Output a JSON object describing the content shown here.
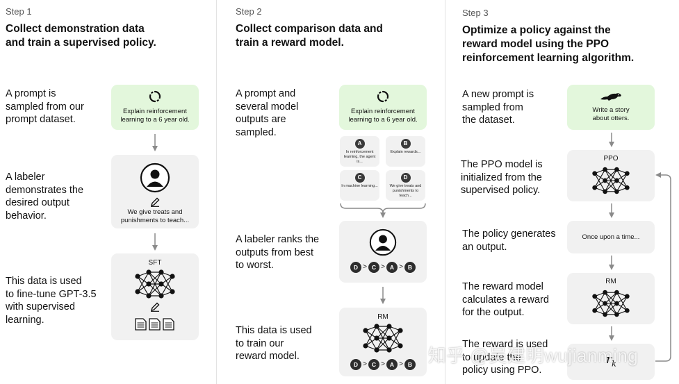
{
  "steps": [
    {
      "label": "Step 1",
      "title_line1": "Collect demonstration data",
      "title_line2": "and train a supervised policy.",
      "desc1": [
        "A prompt is",
        "sampled from our",
        "prompt dataset."
      ],
      "desc2": [
        "A labeler",
        "demonstrates the",
        "desired output",
        "behavior."
      ],
      "desc3": [
        "This data is used",
        "to fine-tune GPT-3.5",
        "with supervised",
        "learning."
      ],
      "prompt_text": [
        "Explain reinforcement",
        "learning to a 6 year old."
      ],
      "demo_text": [
        "We give treats and",
        "punishments to teach..."
      ],
      "model_label": "SFT"
    },
    {
      "label": "Step 2",
      "title_line1": "Collect comparison data and",
      "title_line2": "train a reward model.",
      "desc1": [
        "A prompt and",
        "several model",
        "outputs are",
        "sampled."
      ],
      "desc2": [
        "A labeler ranks the",
        "outputs from best",
        "to worst."
      ],
      "desc3": [
        "This data is used",
        "to train our",
        "reward model."
      ],
      "prompt_text": [
        "Explain reinforcement",
        "learning to a 6 year old."
      ],
      "outputs": [
        {
          "badge": "A",
          "text": "In reinforcement learning, the agent is..."
        },
        {
          "badge": "B",
          "text": "Explain rewards..."
        },
        {
          "badge": "C",
          "text": "In machine learning..."
        },
        {
          "badge": "D",
          "text": "We give treats and punishments to teach..."
        }
      ],
      "ranking": [
        "D",
        "C",
        "A",
        "B"
      ],
      "gt": ">",
      "model_label": "RM"
    },
    {
      "label": "Step 3",
      "title_line1": "Optimize a policy against the",
      "title_line2": "reward model using the PPO",
      "title_line3": "reinforcement learning algorithm.",
      "desc1": [
        "A new prompt is",
        "sampled from",
        "the dataset."
      ],
      "desc2": [
        "The PPO model is",
        "initialized from the",
        "supervised policy."
      ],
      "desc3": [
        "The policy generates",
        "an output."
      ],
      "desc4": [
        "The reward model",
        "calculates a reward",
        "for the output."
      ],
      "desc5": [
        "The reward is used",
        "to update the",
        "policy using PPO."
      ],
      "prompt_text": [
        "Write a story",
        "about otters."
      ],
      "ppo_label": "PPO",
      "output_text": "Once upon a time...",
      "rm_label": "RM",
      "reward_symbol": "r",
      "reward_sub": "k"
    }
  ],
  "watermark": "知乎 @吴建明wujianming",
  "colors": {
    "green_box": "#e3f7dc",
    "gray_box": "#f1f1f1",
    "arrow": "#8a8a8a"
  }
}
